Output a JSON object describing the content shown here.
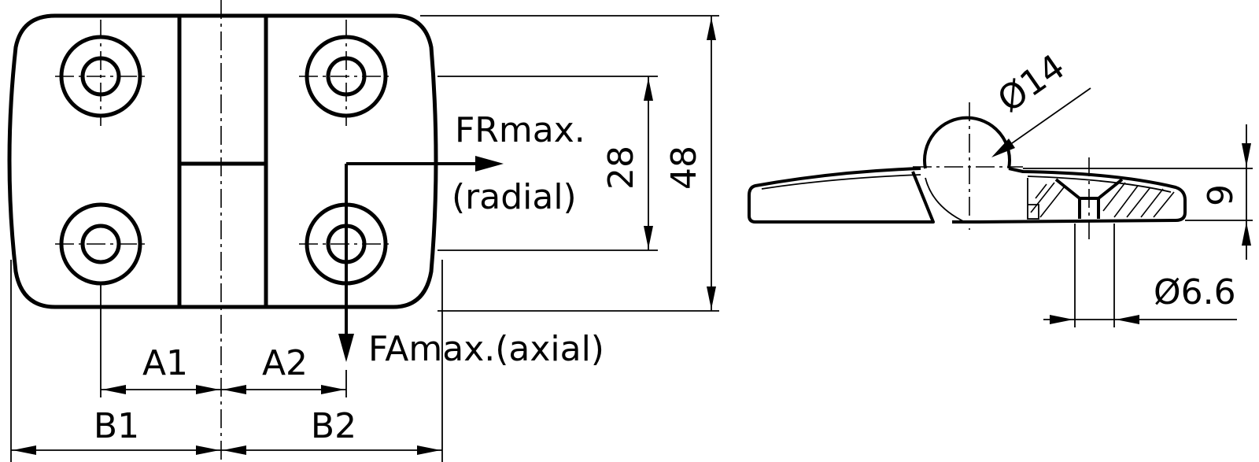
{
  "front_view": {
    "force_radial_label_1": "FRmax.",
    "force_radial_label_2": "(radial)",
    "force_axial_label": "FAmax.(axial)",
    "dim_hole_spacing": "28",
    "dim_height": "48",
    "dim_a1": "A1",
    "dim_a2": "A2",
    "dim_b1": "B1",
    "dim_b2": "B2"
  },
  "side_view": {
    "dim_knuckle_diameter": "Ø14",
    "dim_thickness": "9",
    "dim_hole_diameter": "Ø6.6"
  }
}
